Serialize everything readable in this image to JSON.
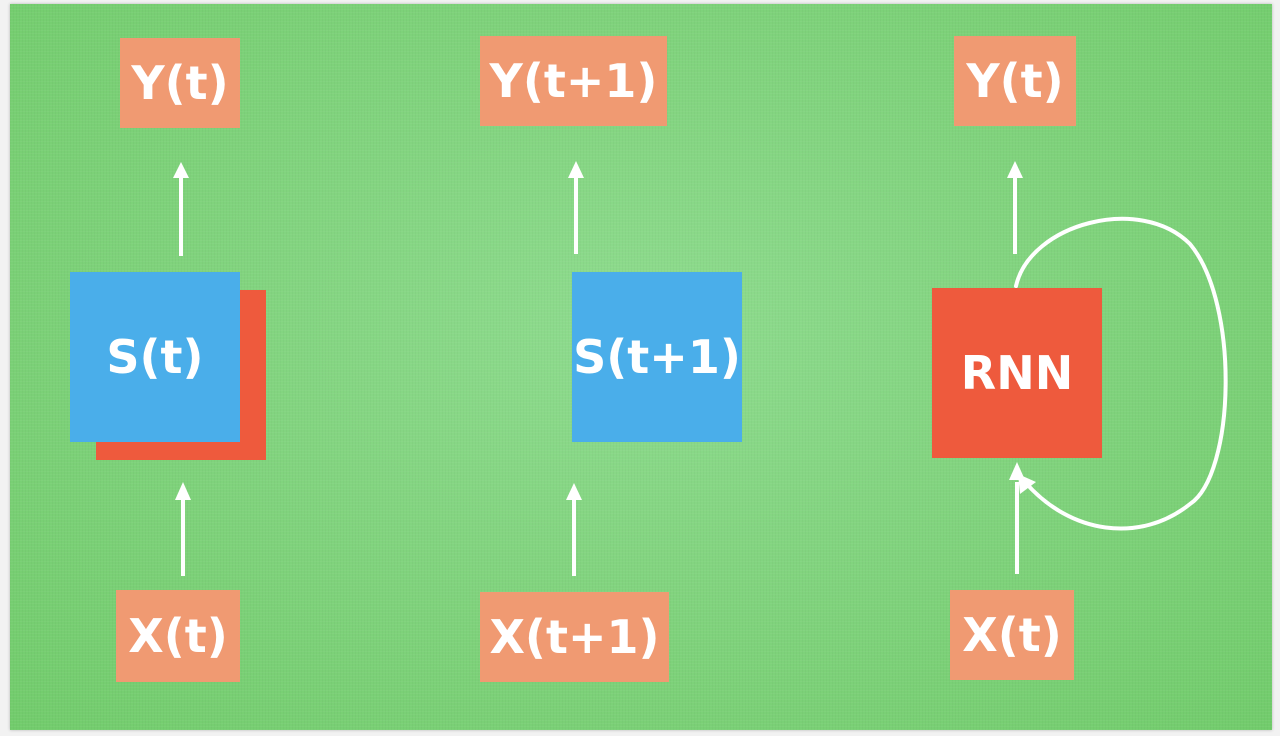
{
  "diagram": {
    "colors": {
      "background": "#82d47f",
      "io_box": "#f09a72",
      "state_box": "#4aaeea",
      "rnn_box": "#ee5a3d",
      "arrow": "#ffffff"
    },
    "left": {
      "output": "Y(t)",
      "state": "S(t)",
      "input": "X(t)"
    },
    "middle": {
      "output": "Y(t+1)",
      "state": "S(t+1)",
      "input": "X(t+1)"
    },
    "right": {
      "output": "Y(t)",
      "cell": "RNN",
      "input": "X(t)"
    }
  }
}
